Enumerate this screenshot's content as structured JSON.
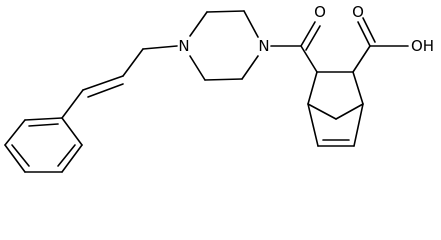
{
  "molecule": {
    "atoms": {
      "n_left": "N",
      "n_right": "N",
      "o_carbonyl": "O",
      "o_acid_double": "O",
      "oh_acid": "OH"
    }
  }
}
